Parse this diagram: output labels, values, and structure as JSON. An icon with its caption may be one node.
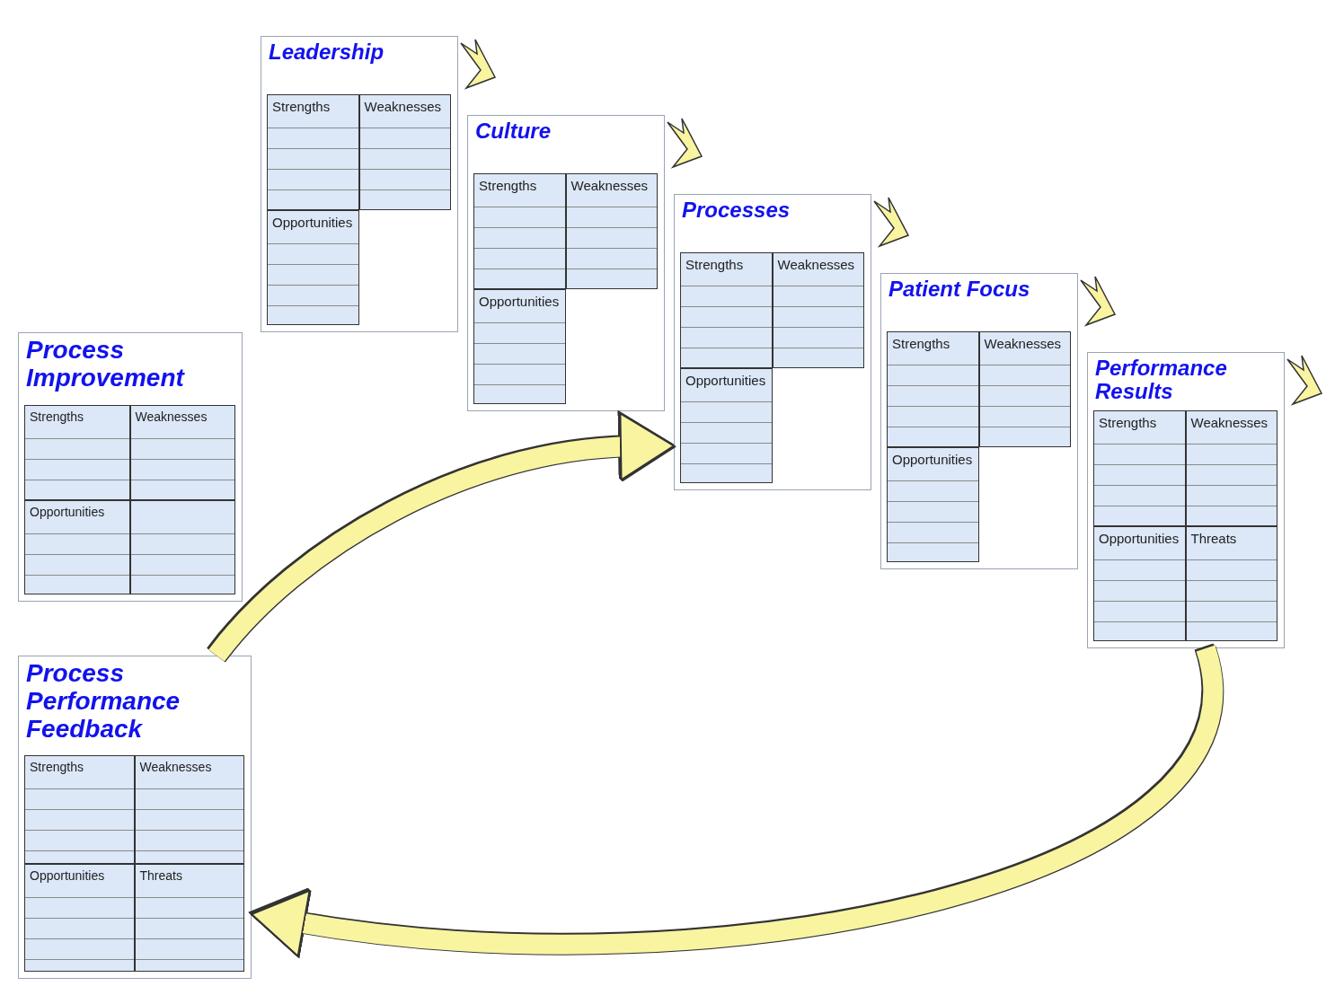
{
  "diagram": {
    "nodes": [
      {
        "text": [
          "Leadership"
        ]
      },
      {
        "text": [
          "Culture"
        ]
      },
      {
        "text": [
          "Processes"
        ]
      },
      {
        "text": [
          "Patient Focus"
        ]
      },
      {
        "text": [
          "Performance Results"
        ]
      },
      {
        "text": [
          "Process Improvement"
        ]
      },
      {
        "text": [
          "Process Performance Feedback"
        ]
      },
      {
        "text": [
          "Strengths"
        ],
        "in": 0
      },
      {
        "text": [
          "Weaknesses"
        ],
        "in": 0
      },
      {
        "text": [
          "Opportunities"
        ],
        "in": 0
      },
      {
        "text": [
          "Strengths"
        ],
        "in": 1
      },
      {
        "text": [
          "Weaknesses"
        ],
        "in": 1
      },
      {
        "text": [
          "Opportunities"
        ],
        "in": 1
      },
      {
        "text": [
          "Strengths"
        ],
        "in": 2
      },
      {
        "text": [
          "Weaknesses"
        ],
        "in": 2
      },
      {
        "text": [
          "Opportunities"
        ],
        "in": 2
      },
      {
        "text": [
          "Strengths"
        ],
        "in": 3
      },
      {
        "text": [
          "Weaknesses"
        ],
        "in": 3
      },
      {
        "text": [
          "Opportunities"
        ],
        "in": 3
      },
      {
        "text": [
          "Strengths"
        ],
        "in": 4
      },
      {
        "text": [
          "Weaknesses"
        ],
        "in": 4
      },
      {
        "text": [
          "Opportunities"
        ],
        "in": 4
      },
      {
        "text": [
          "Threats"
        ],
        "in": 4
      },
      {
        "text": [
          "Strengths"
        ],
        "in": 5
      },
      {
        "text": [
          "Weaknesses"
        ],
        "in": 5
      },
      {
        "text": [
          "Opportunities"
        ],
        "in": 5
      },
      {
        "text": [],
        "shape": "box",
        "in": 5
      },
      {
        "text": [
          "Strengths"
        ],
        "in": 6
      },
      {
        "text": [
          "Weaknesses"
        ],
        "in": 6
      },
      {
        "text": [
          "Opportunities"
        ],
        "in": 6
      },
      {
        "text": [
          "Threats"
        ],
        "in": 6
      }
    ],
    "edges": [
      {
        "from": 4,
        "to": 6,
        "arrow": "to"
      },
      {
        "from": 6,
        "to": 2,
        "arrow": "to"
      }
    ]
  }
}
